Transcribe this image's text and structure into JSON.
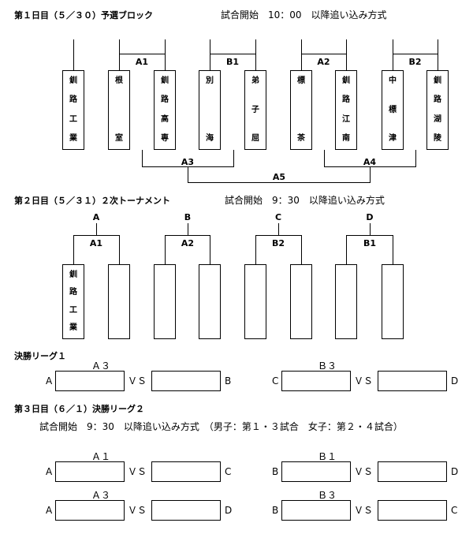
{
  "day1": {
    "heading": "第１日目（５／３０）予選ブロック",
    "start": "試合開始　10：00　以降追い込み方式",
    "teams": [
      "釧路工業",
      "根室",
      "釧路高専",
      "別海",
      "弟子屈",
      "標茶",
      "釧路江南",
      "中標津",
      "釧路湖陵"
    ],
    "groups": [
      "A1",
      "B1",
      "A2",
      "B2",
      "A3",
      "A4",
      "A5"
    ]
  },
  "day2": {
    "heading": "第２日目（５／３１）２次トーナメント",
    "start": "試合開始　9：30　以降追い込み方式",
    "top": [
      "A",
      "B",
      "C",
      "D"
    ],
    "groups": [
      "A1",
      "A2",
      "B2",
      "B1"
    ],
    "first_team": "釧路工業"
  },
  "league1": {
    "title": "決勝リーグ１",
    "left": {
      "over": "Ａ３",
      "a": "A",
      "vs": "ＶＳ",
      "b": "B"
    },
    "right": {
      "over": "Ｂ３",
      "a": "C",
      "vs": "ＶＳ",
      "b": "D"
    }
  },
  "day3": {
    "heading": "第３日目（６／１）決勝リーグ２",
    "start": "試合開始　9：30　以降追い込み方式　（男子：第１・３試合　女子：第２・４試合）",
    "rows": [
      {
        "left": {
          "over": "Ａ１",
          "a": "A",
          "vs": "ＶＳ",
          "b": "C"
        },
        "right": {
          "over": "Ｂ１",
          "a": "B",
          "vs": "ＶＳ",
          "b": "D"
        }
      },
      {
        "left": {
          "over": "Ａ３",
          "a": "A",
          "vs": "ＶＳ",
          "b": "D"
        },
        "right": {
          "over": "Ｂ３",
          "a": "B",
          "vs": "ＶＳ",
          "b": "C"
        }
      }
    ]
  }
}
